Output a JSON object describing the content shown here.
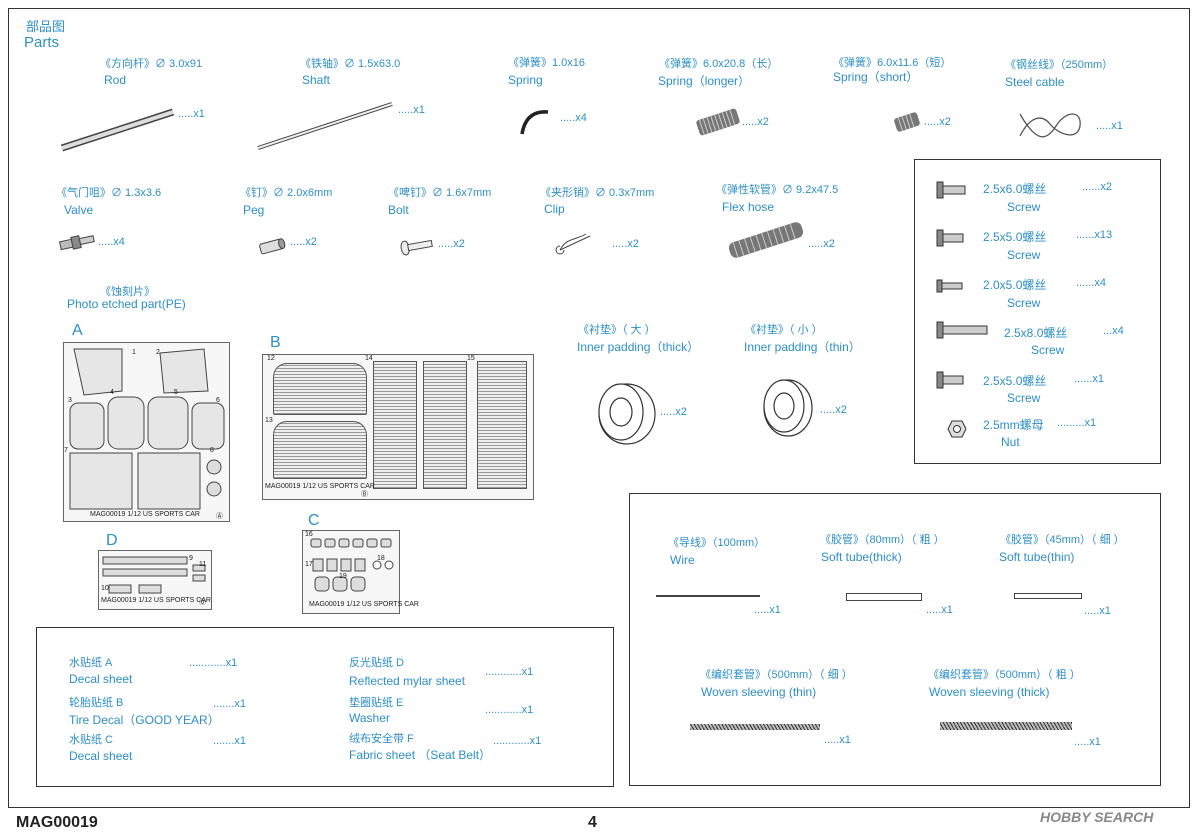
{
  "header": {
    "title_cn": "部品图",
    "title_en": "Parts"
  },
  "parts_row1": [
    {
      "cn": "《方向杆》∅ 3.0x91",
      "en": "Rod",
      "qty": ".....x1"
    },
    {
      "cn": "《铁轴》∅ 1.5x63.0",
      "en": "Shaft",
      "qty": ".....x1"
    },
    {
      "cn": "《弹簧》1.0x16",
      "en": "Spring",
      "qty": ".....x4"
    },
    {
      "cn": "《弹簧》6.0x20.8（长）",
      "en": "Spring（longer）",
      "qty": ".....x2"
    },
    {
      "cn": "《弹簧》6.0x11.6（短）",
      "en": "Spring（short）",
      "qty": ".....x2"
    },
    {
      "cn": "《钢丝线》（250mm）",
      "en": "Steel cable",
      "qty": ".....x1"
    }
  ],
  "parts_row2": [
    {
      "cn": "《气门咀》∅ 1.3x3.6",
      "en": "Valve",
      "qty": ".....x4"
    },
    {
      "cn": "《钉》∅ 2.0x6mm",
      "en": "Peg",
      "qty": ".....x2"
    },
    {
      "cn": "《啤钉》∅ 1.6x7mm",
      "en": "Bolt",
      "qty": ".....x2"
    },
    {
      "cn": "《夹形销》∅ 0.3x7mm",
      "en": "Clip",
      "qty": ".....x2"
    },
    {
      "cn": "《弹性软管》∅ 9.2x47.5",
      "en": "Flex hose",
      "qty": ".....x2"
    }
  ],
  "screws": [
    {
      "size": "2.5x6.0螺丝",
      "en": "Screw",
      "qty": "......x2"
    },
    {
      "size": "2.5x5.0螺丝",
      "en": "Screw",
      "qty": "......x13"
    },
    {
      "size": "2.0x5.0螺丝",
      "en": "Screw",
      "qty": "......x4"
    },
    {
      "size": "2.5x8.0螺丝",
      "en": "Screw",
      "qty": "...x4"
    },
    {
      "size": "2.5x5.0螺丝",
      "en": "Screw",
      "qty": "......x1"
    },
    {
      "size": "2.5mm螺母",
      "en": "Nut",
      "qty": ".........x1"
    }
  ],
  "pe": {
    "cn": "《蚀刻片》",
    "en": "Photo etched part(PE)",
    "sheet_a": "A",
    "sheet_b": "B",
    "sheet_c": "C",
    "sheet_d": "D",
    "code_a": "MAG00019  1/12   US SPORTS CAR",
    "mark_a": "Ⓐ",
    "code_b": "MAG00019  1/12  US SPORTS CAR",
    "mark_b": "Ⓑ",
    "code_c": "MAG00019 1/12 US SPORTS CAR",
    "code_d": "MAG00019  1/12   US SPORTS CAR",
    "mark_d": "Ⓓ",
    "nums_a": [
      "1",
      "2",
      "3",
      "4",
      "5",
      "6",
      "7",
      "8"
    ],
    "nums_b": [
      "12",
      "13",
      "14",
      "15"
    ],
    "nums_c": [
      "16",
      "17",
      "18",
      "19"
    ],
    "nums_d": [
      "9",
      "10",
      "11"
    ]
  },
  "padding": [
    {
      "cn": "《衬垫》（ 大 ）",
      "en": "Inner padding（thick）",
      "qty": ".....x2"
    },
    {
      "cn": "《衬垫》（ 小 ）",
      "en": "Inner padding（thin）",
      "qty": ".....x2"
    }
  ],
  "decals": [
    {
      "cn": "水贴纸 A",
      "en": "Decal sheet",
      "qty": "............x1"
    },
    {
      "cn": "轮胎贴纸 B",
      "en": "Tire Decal（GOOD YEAR）",
      "qty": ".......x1"
    },
    {
      "cn": "水贴纸 C",
      "en": "Decal sheet",
      "qty": ".......x1"
    },
    {
      "cn": "反光贴纸 D",
      "en": "Reflected mylar sheet",
      "qty": "............x1"
    },
    {
      "cn": "垫圈贴纸 E",
      "en": "Washer",
      "qty": "............x1"
    },
    {
      "cn": "绒布安全带  F",
      "en": "Fabric sheet （Seat Belt）",
      "qty": "............x1"
    }
  ],
  "tubes": [
    {
      "cn": "《导线》（100mm）",
      "en": "Wire",
      "qty": ".....x1"
    },
    {
      "cn": "《胶管》（80mm）（ 粗 ）",
      "en": "Soft tube(thick)",
      "qty": ".....x1"
    },
    {
      "cn": "《胶管》（45mm）（ 细 ）",
      "en": "Soft tube(thin)",
      "qty": ".....x1"
    },
    {
      "cn": "《编织套管》（500mm）（ 细 ）",
      "en": "Woven sleeving (thin)",
      "qty": ".....x1"
    },
    {
      "cn": "《编织套管》（500mm）（ 粗 ）",
      "en": "Woven sleeving (thick)",
      "qty": ".....x1"
    }
  ],
  "footer": {
    "code": "MAG00019",
    "page": "4",
    "watermark": "HOBBY SEARCH"
  }
}
